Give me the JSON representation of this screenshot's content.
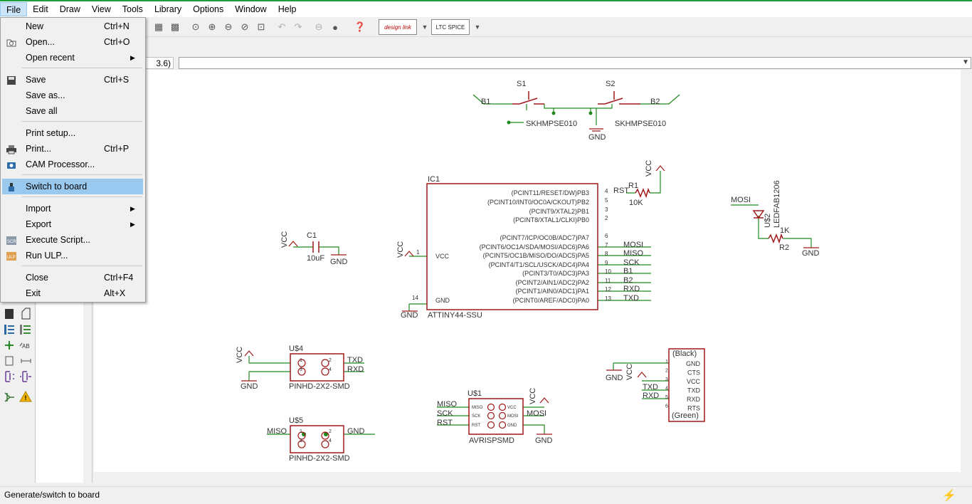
{
  "menubar": {
    "items": [
      "File",
      "Edit",
      "Draw",
      "View",
      "Tools",
      "Library",
      "Options",
      "Window",
      "Help"
    ]
  },
  "toolbar": {
    "designlink_label": "design link",
    "ltspice_label": "LTC SPICE"
  },
  "coordinate": "3.6)",
  "file_menu": {
    "items": [
      {
        "label": "New",
        "shortcut": "Ctrl+N"
      },
      {
        "label": "Open...",
        "shortcut": "Ctrl+O"
      },
      {
        "label": "Open recent",
        "shortcut": ""
      },
      {
        "label": "Save",
        "shortcut": "Ctrl+S"
      },
      {
        "label": "Save as...",
        "shortcut": ""
      },
      {
        "label": "Save all",
        "shortcut": ""
      },
      {
        "label": "Print setup...",
        "shortcut": ""
      },
      {
        "label": "Print...",
        "shortcut": "Ctrl+P"
      },
      {
        "label": "CAM Processor...",
        "shortcut": ""
      },
      {
        "label": "Switch to board",
        "shortcut": ""
      },
      {
        "label": "Import",
        "shortcut": ""
      },
      {
        "label": "Export",
        "shortcut": ""
      },
      {
        "label": "Execute Script...",
        "shortcut": ""
      },
      {
        "label": "Run ULP...",
        "shortcut": ""
      },
      {
        "label": "Close",
        "shortcut": "Ctrl+F4"
      },
      {
        "label": "Exit",
        "shortcut": "Alt+X"
      }
    ]
  },
  "status": "Generate/switch to board",
  "schematic": {
    "switches": {
      "s1": "S1",
      "s2": "S2",
      "b1": "B1",
      "b2": "B2",
      "part": "SKHMPSE010",
      "gnd": "GND"
    },
    "ic1": {
      "name": "IC1",
      "part": "ATTINY44-SSU",
      "vcc_label": "VCC",
      "gnd_label": "GND",
      "pins_right": [
        {
          "num": "4",
          "name": "(PCINT11/RESET/DW)PB3",
          "net": "RST"
        },
        {
          "num": "5",
          "name": "(PCINT10/INT0/OC0A/CKOUT)PB2",
          "net": ""
        },
        {
          "num": "3",
          "name": "(PCINT9/XTAL2)PB1",
          "net": ""
        },
        {
          "num": "2",
          "name": "(PCINT8/XTAL1/CLKI)PB0",
          "net": ""
        },
        {
          "num": "6",
          "name": "(PCINT7/ICP/OC0B/ADC7)PA7",
          "net": ""
        },
        {
          "num": "7",
          "name": "(PCINT6/OC1A/SDA/MOSI/ADC6)PA6",
          "net": "MOSI"
        },
        {
          "num": "8",
          "name": "(PCINT5/OC1B/MISO/DO/ADC5)PA5",
          "net": "MISO"
        },
        {
          "num": "9",
          "name": "(PCINT4/T1/SCL/USCK/ADC4)PA4",
          "net": "SCK"
        },
        {
          "num": "10",
          "name": "(PCINT3/T0/ADC3)PA3",
          "net": "B1"
        },
        {
          "num": "11",
          "name": "(PCINT2/AIN1/ADC2)PA2",
          "net": "B2"
        },
        {
          "num": "12",
          "name": "(PCINT1/AIN0/ADC1)PA1",
          "net": "RXD"
        },
        {
          "num": "13",
          "name": "(PCINT0/AREF/ADC0)PA0",
          "net": "TXD"
        }
      ],
      "pin1": "1",
      "pin14": "14"
    },
    "r1": {
      "name": "R1",
      "value": "10K",
      "vcc": "VCC"
    },
    "c1": {
      "name": "C1",
      "value": "10uF",
      "vcc": "VCC",
      "gnd": "GND"
    },
    "vcc_left": "VCC",
    "gnd_ic": "GND",
    "led": {
      "net": "MOSI",
      "name": "U$2",
      "part": "LEDFAB1206",
      "r_name": "R2",
      "r_value": "1K",
      "gnd": "GND"
    },
    "u4": {
      "name": "U$4",
      "part": "PINHD-2X2-SMD",
      "vcc": "VCC",
      "gnd": "GND",
      "txd": "TXD",
      "rxd": "RXD",
      "p1": "1",
      "p2": "2",
      "p3": "3",
      "p4": "4"
    },
    "u5": {
      "name": "U$5",
      "part": "PINHD-2X2-SMD",
      "miso": "MISO",
      "gnd": "GND",
      "p1": "1",
      "p2": "2",
      "p3": "3",
      "p4": "4"
    },
    "u1": {
      "name": "U$1",
      "part": "AVRISPSMD",
      "miso": "MISO",
      "sck": "SCK",
      "rst": "RST",
      "mosi": "MOSI",
      "vcc": "VCC",
      "gnd": "GND",
      "pin_miso": "MISO",
      "pin_sck": "SCK",
      "pin_rst": "RST",
      "pin_vcc": "VCC",
      "pin_mosi": "MOSI",
      "pin_gnd": "GND"
    },
    "ftdi": {
      "top": "(Black)",
      "bottom": "(Green)",
      "pins": [
        "GND",
        "CTS",
        "VCC",
        "TXD",
        "RXD",
        "RTS"
      ],
      "nums": [
        "1",
        "2",
        "3",
        "4",
        "5",
        "6"
      ],
      "gnd": "GND",
      "vcc": "VCC",
      "txd": "TXD",
      "rxd": "RXD"
    }
  },
  "colors": {
    "wire": "#1e8a1e",
    "part": "#a01818",
    "accent": "#1e9e3e",
    "highlight": "#99c9ef"
  }
}
